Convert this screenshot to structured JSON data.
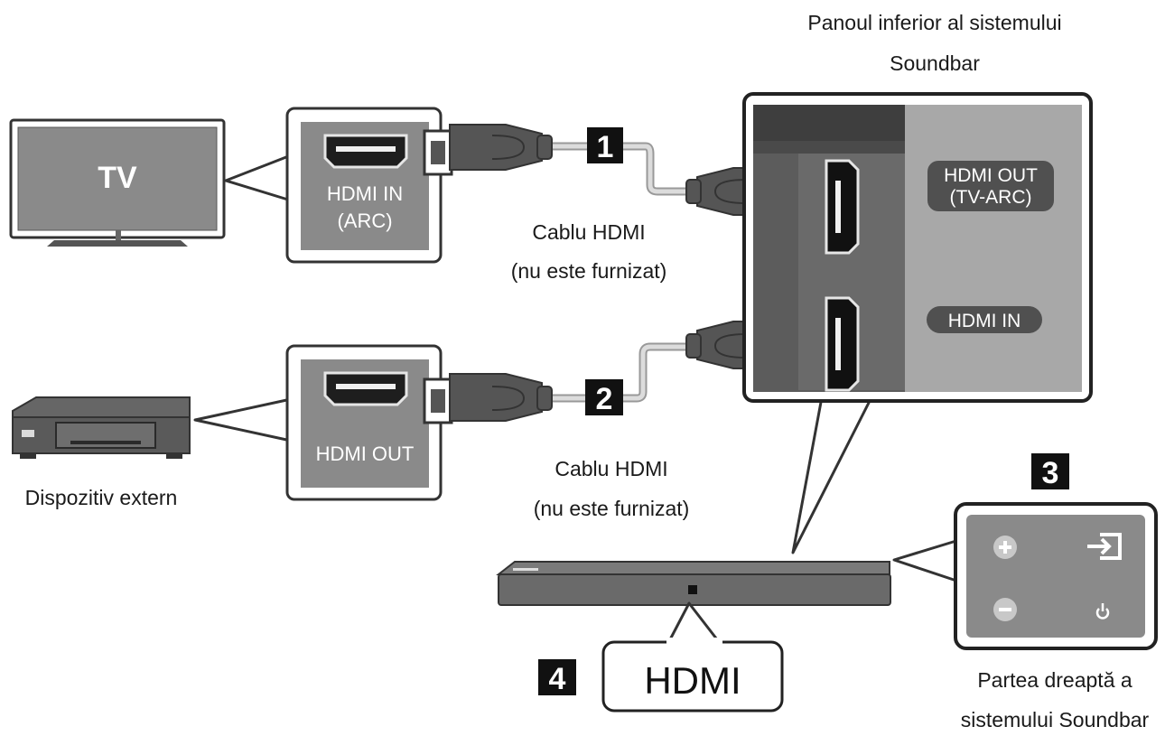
{
  "header": {
    "line1": "Panoul inferior al sistemului",
    "line2": "Soundbar"
  },
  "tv": {
    "screen_label": "TV",
    "port_line1": "HDMI IN",
    "port_line2": "(ARC)"
  },
  "external_device": {
    "caption": "Dispozitiv extern",
    "port_label": "HDMI OUT"
  },
  "cable1": {
    "step": "1",
    "line1": "Cablu HDMI",
    "line2": "(nu este furnizat)"
  },
  "cable2": {
    "step": "2",
    "line1": "Cablu HDMI",
    "line2": "(nu este furnizat)"
  },
  "soundbar_panel": {
    "out_line1": "HDMI OUT",
    "out_line2": "(TV-ARC)",
    "in_label": "HDMI IN"
  },
  "side_panel": {
    "step": "3",
    "caption_line1": "Partea dreaptă a",
    "caption_line2": "sistemului Soundbar"
  },
  "display": {
    "step": "4",
    "text": "HDMI"
  },
  "icons": [
    "plus-icon",
    "minus-icon",
    "source-input-icon",
    "power-icon"
  ],
  "colors": {
    "panel_gray": "#8a8a8a",
    "dark_gray": "#4a4a4a",
    "cable_gray": "#c8c8c8",
    "badge_black": "#111111"
  }
}
